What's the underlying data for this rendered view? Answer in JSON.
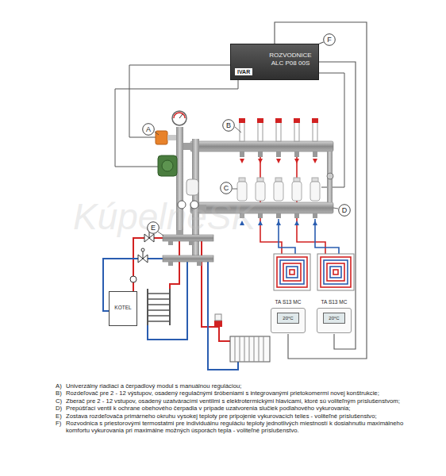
{
  "diagram": {
    "nodes": [
      {
        "text": [
          "ROZVODNICE ALC P08 00S",
          "IVAR"
        ]
      },
      {
        "text": [
          "F"
        ]
      },
      {
        "text": [
          "A"
        ]
      },
      {
        "text": [
          "B"
        ]
      },
      {
        "text": [
          "C"
        ]
      },
      {
        "text": [
          "D"
        ]
      },
      {
        "text": [
          "E"
        ]
      },
      {
        "text": [
          "KOTEL"
        ]
      },
      {
        "text": [
          "TA S13 MC",
          "20°C"
        ]
      },
      {
        "text": [
          "TA S13 MC",
          "20°C"
        ]
      }
    ],
    "edges": [
      {
        "from": 1,
        "to": 0,
        "arrow": "none"
      },
      {
        "from": 0,
        "to": 8,
        "arrow": "none"
      },
      {
        "from": 0,
        "to": 9,
        "arrow": "none"
      }
    ],
    "labels": [
      "KúpelneSK",
      "A)",
      "Univerzálny riadiaci a čerpadlový modul s manuálnou reguláciou;",
      "B)",
      "Rozdeľovač pre 2 - 12 výstupov, osadený regulačnými šróbeniami s integrovanými prietokomermi novej konštrukcie;",
      "C)",
      "Zberač pre 2 - 12 vstupov, osadený uzatváracími ventilmi s elektrotermickými hlavicami, ktoré sú voliteľným príslušenstvom;",
      "D)",
      "Prepúšťací ventil k ochrane obehového čerpadla v prípade uzatvorenia slučiek podlahového vykurovania;",
      "E)",
      "Zostava rozdeľovača primárneho okruhu vysokej teploty pre pripojenie vykurovacích telies - voliteľné príslušenstvo;",
      "F)",
      "Rozvodnica s priestorovými termostatmi pre individuálnu reguláciu teploty jednotlivých miestností k dosiahnutiu maximálneho komfortu vykurovania pri maximálne možných úsporách tepla - voliteľné príslušenstvo."
    ]
  }
}
